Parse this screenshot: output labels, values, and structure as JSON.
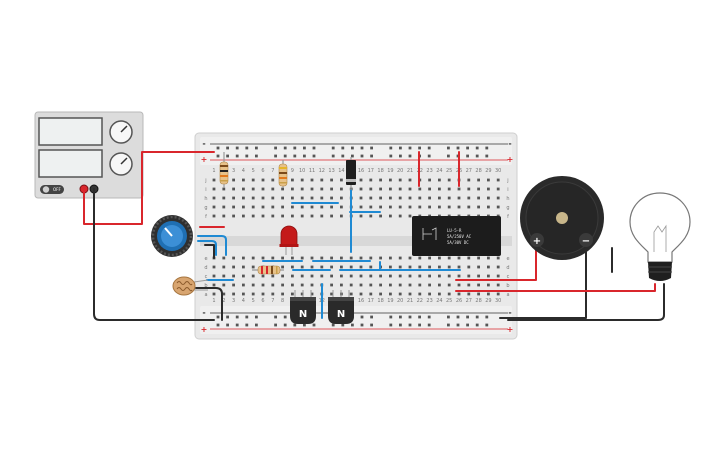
{
  "breadboard": {
    "columns": 30,
    "rows_top": [
      "j",
      "i",
      "h",
      "g",
      "f"
    ],
    "rows_bottom": [
      "e",
      "d",
      "c",
      "b",
      "a"
    ],
    "rail_plus": "+",
    "rail_minus": "-"
  },
  "power_supply": {
    "off_label": "OFF"
  },
  "transistors": {
    "t1_label": "N",
    "t2_label": "N"
  },
  "relay": {
    "line1": "LU-5-R",
    "line2": "5A/250V AC",
    "line3": "5A/30V DC"
  },
  "buzzer": {
    "plus": "+",
    "minus": "−"
  },
  "colors": {
    "wire_red": "#d9262c",
    "wire_black": "#2b2b2b",
    "wire_blue": "#1f8ad3",
    "board": "#e8e8e8",
    "psu_body": "#dcdcdc"
  }
}
